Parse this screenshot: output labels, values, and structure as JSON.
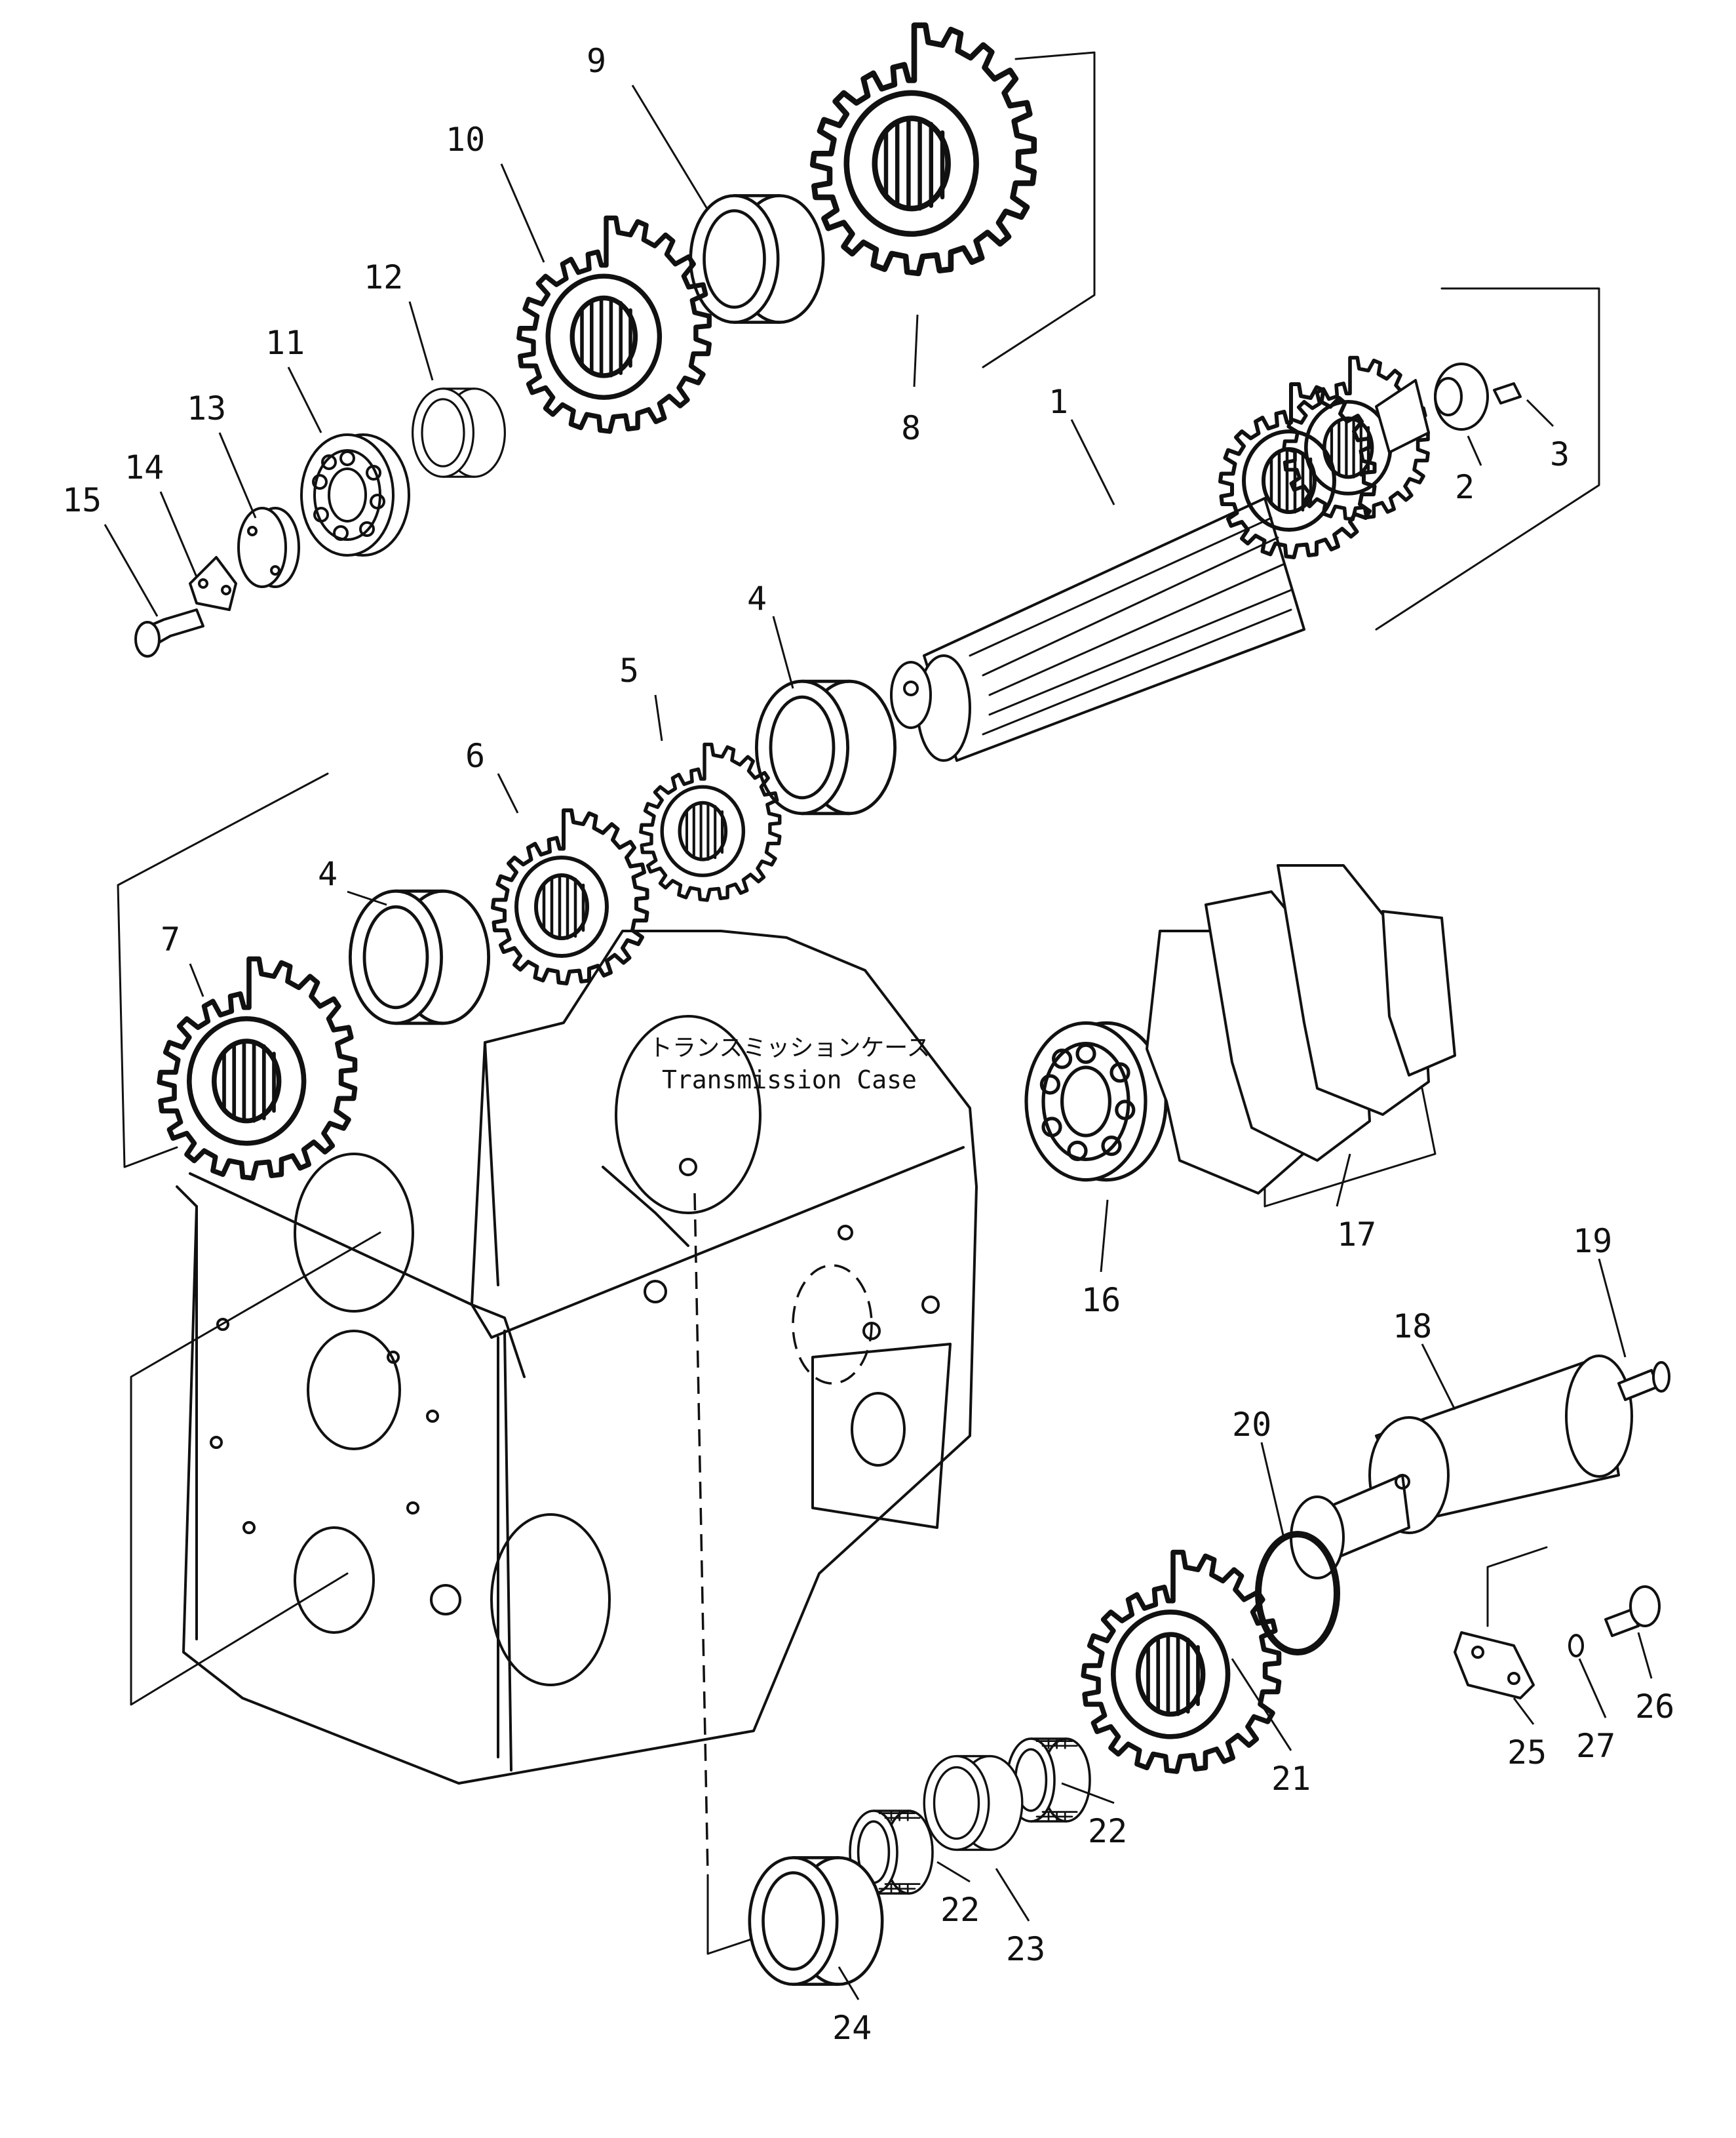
{
  "case_label": {
    "jp": "トランスミッションケース",
    "en": "Transmission Case"
  },
  "callouts": [
    "1",
    "2",
    "3",
    "4",
    "5",
    "6",
    "4",
    "7",
    "8",
    "9",
    "10",
    "11",
    "12",
    "13",
    "14",
    "15",
    "16",
    "17",
    "18",
    "19",
    "20",
    "21",
    "22",
    "22",
    "23",
    "24",
    "25",
    "26",
    "27"
  ]
}
